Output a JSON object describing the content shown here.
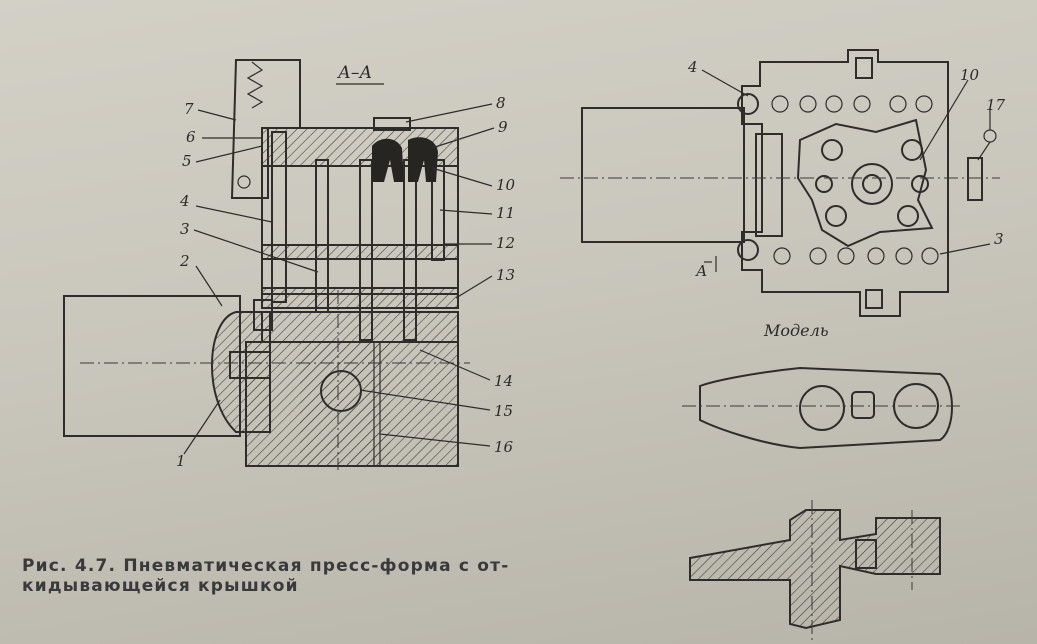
{
  "figure": {
    "section_label": "А–А",
    "model_label": "Модель",
    "caption_lines": [
      "Рис. 4.7. Пневматическая пресс-форма с от-",
      "кидывающейся крышкой"
    ]
  },
  "callouts": {
    "c1": "1",
    "c2": "2",
    "c3": "3",
    "c4": "4",
    "c5": "5",
    "c6": "6",
    "c7": "7",
    "c8": "8",
    "c9": "9",
    "c10": "10",
    "c11": "11",
    "c12": "12",
    "c13": "13",
    "c14": "14",
    "c15": "15",
    "c16": "16"
  },
  "plan_callouts": {
    "c4": "4",
    "c10": "10",
    "c17": "17",
    "c3": "3",
    "cutA": "А"
  },
  "colors": {
    "paper": "#cfccc2",
    "ink": "#2e2d2b",
    "caption": "#3a3a3c"
  }
}
